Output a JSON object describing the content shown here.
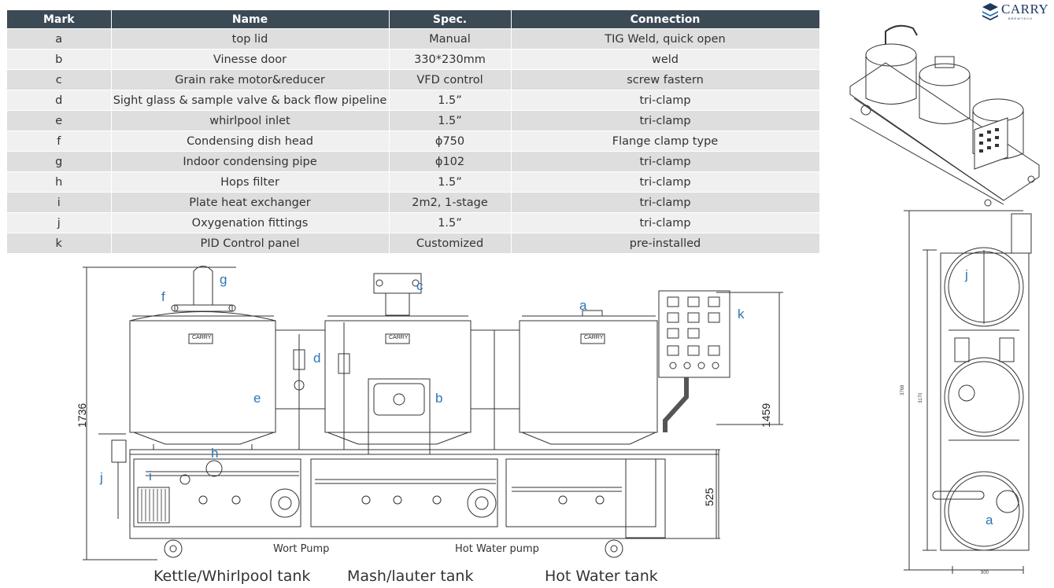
{
  "table": {
    "headers": [
      "Mark",
      "Name",
      "Spec.",
      "Connection"
    ],
    "rows": [
      [
        "a",
        "top lid",
        "Manual",
        "TIG Weld, quick open"
      ],
      [
        "b",
        "Vinesse door",
        "330*230mm",
        "weld"
      ],
      [
        "c",
        "Grain rake motor&reducer",
        "VFD control",
        "screw fastern"
      ],
      [
        "d",
        "Sight glass & sample valve & back flow pipeline",
        "1.5”",
        "tri-clamp"
      ],
      [
        "e",
        "whirlpool inlet",
        "1.5”",
        "tri-clamp"
      ],
      [
        "f",
        "Condensing dish head",
        "ϕ750",
        "Flange clamp type"
      ],
      [
        "g",
        "Indoor condensing pipe",
        "ϕ102",
        "tri-clamp"
      ],
      [
        "h",
        "Hops filter",
        "1.5”",
        "tri-clamp"
      ],
      [
        "i",
        "Plate heat exchanger",
        "2m2,  1-stage",
        "tri-clamp"
      ],
      [
        "j",
        "Oxygenation fittings",
        "1.5”",
        "tri-clamp"
      ],
      [
        "k",
        "PID Control panel",
        "Customized",
        "pre-installed"
      ]
    ]
  },
  "logo": {
    "text": "CARRY",
    "subtext": "BREWTECH",
    "color": "#1f3864"
  },
  "front_view": {
    "marks": {
      "a": "a",
      "b": "b",
      "c": "c",
      "d": "d",
      "e": "e",
      "f": "f",
      "g": "g",
      "h": "h",
      "i": "i",
      "j": "j",
      "k": "k"
    },
    "dimensions": {
      "total_height": "1736",
      "tank_height": "1459",
      "frame_height": "525"
    },
    "pump_labels": {
      "wort": "Wort Pump",
      "hot_water": "Hot Water pump"
    },
    "tank_captions": {
      "kettle": "Kettle/Whirlpool tank",
      "mash": "Mash/lauter tank",
      "hot_water": "Hot Water tank"
    },
    "tank_logo": "CARRY"
  },
  "top_view": {
    "marks": {
      "j": "j",
      "a": "a"
    },
    "dimensions": {
      "length_total": "3768",
      "length_inner": "3170",
      "width": "900"
    }
  },
  "colors": {
    "header_bg": "#3c4a56",
    "row_odd": "#dedede",
    "row_even": "#f0f0f0",
    "mark_blue": "#2e75b6"
  }
}
